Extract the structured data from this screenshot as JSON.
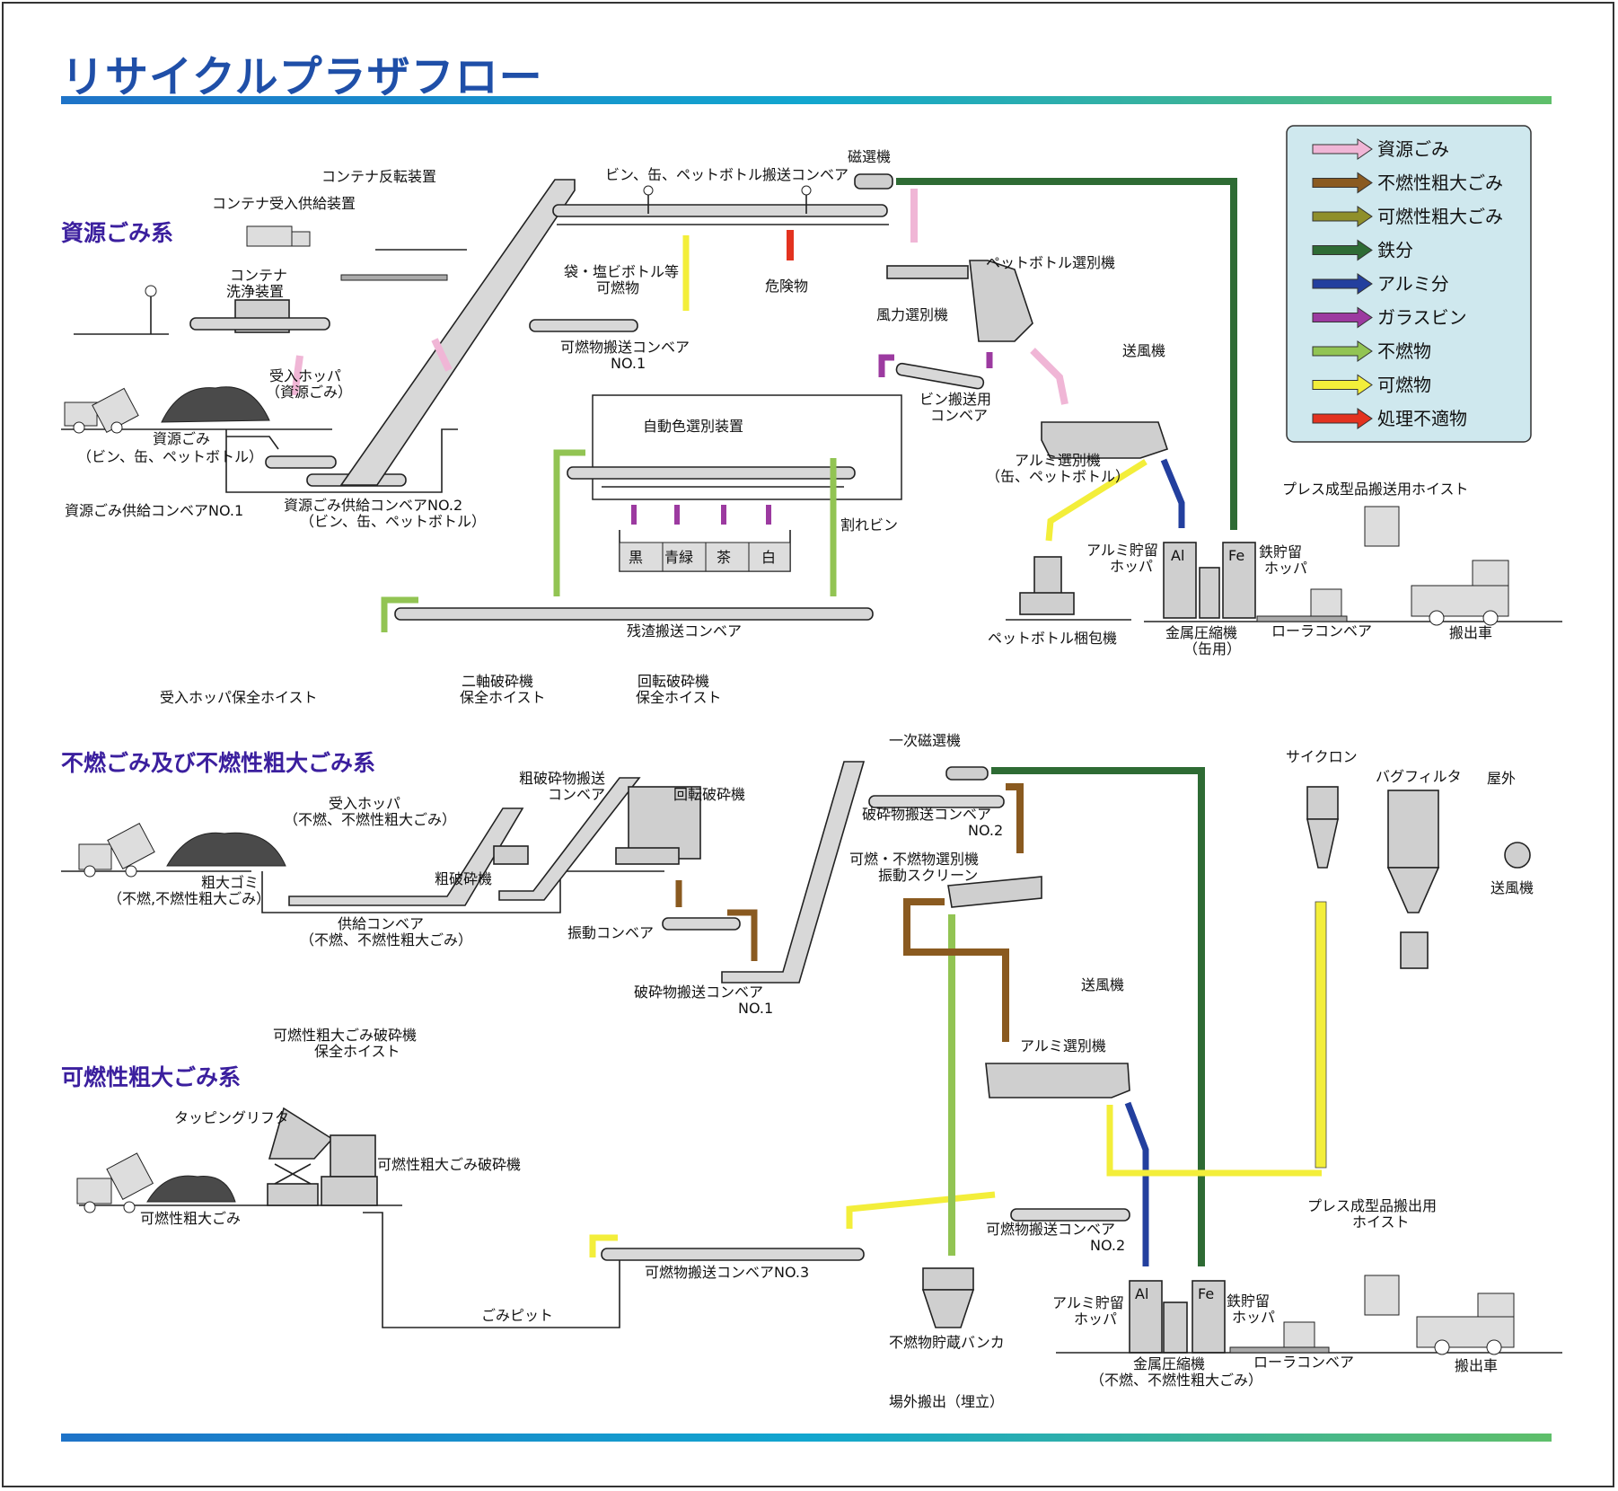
{
  "title": "リサイクルプラザフロー",
  "systems": {
    "resource": "資源ごみ系",
    "nonburnable": "不燃ごみ及び不燃性粗大ごみ系",
    "combustible": "可燃性粗大ごみ系"
  },
  "legend": [
    {
      "label": "資源ごみ",
      "color": "#f0b6d6"
    },
    {
      "label": "不燃性粗大ごみ",
      "color": "#8a5a20"
    },
    {
      "label": "可燃性粗大ごみ",
      "color": "#8f8f2a"
    },
    {
      "label": "鉄分",
      "color": "#2e6b34"
    },
    {
      "label": "アルミ分",
      "color": "#233f9e"
    },
    {
      "label": "ガラスビン",
      "color": "#9c3aa0"
    },
    {
      "label": "不燃物",
      "color": "#92c453"
    },
    {
      "label": "可燃物",
      "color": "#f3ee3a"
    },
    {
      "label": "処理不適物",
      "color": "#e3321f"
    }
  ],
  "labels": {
    "container_flip": "コンテナ反転装置",
    "container_feed": "コンテナ受入供給装置",
    "container_wash_1": "コンテナ",
    "container_wash_2": "洗浄装置",
    "bottle_conveyor": "ビン、缶、ペットボトル搬送コンベア",
    "magnet": "磁選機",
    "bag_1": "袋・塩ビボトル等",
    "bag_2": "可燃物",
    "hazard": "危険物",
    "pet_sorter": "ペットボトル選別機",
    "wind_sorter": "風力選別機",
    "comb_conv1_1": "可燃物搬送コンベア",
    "comb_conv1_2": "NO.1",
    "hopper_res_1": "受入ホッパ",
    "hopper_res_2": "（資源ごみ）",
    "res_waste_1": "資源ごみ",
    "res_waste_2": "（ビン、缶、ペットボトル）",
    "res_conv1": "資源ごみ供給コンベアNO.1",
    "res_conv2_1": "資源ごみ供給コンベアNO.2",
    "res_conv2_2": "（ビン、缶、ペットボトル）",
    "color_sorter": "自動色選別装置",
    "bottle_transport_1": "ビン搬送用",
    "bottle_transport_2": "コンベア",
    "blower1": "送風機",
    "alu_sorter1_1": "アルミ選別機",
    "alu_sorter1_2": "（缶、ペットボトル）",
    "glass_black": "黒",
    "glass_blue": "青緑",
    "glass_brown": "茶",
    "glass_white": "白",
    "broken": "割れビン",
    "residue_conv": "残渣搬送コンベア",
    "pet_press": "ペットボトル梱包機",
    "alu_hopper1_1": "アルミ貯留",
    "alu_hopper1_2": "ホッパ",
    "al": "Al",
    "fe": "Fe",
    "fe_hopper1_1": "鉄貯留",
    "fe_hopper1_2": "ホッパ",
    "press1_1": "金属圧縮機",
    "press1_2": "（缶用）",
    "roller1": "ローラコンベア",
    "hoist_press1": "プレス成型品搬送用ホイスト",
    "truck_out1": "搬出車",
    "hoist_hopper": "受入ホッパ保全ホイスト",
    "hoist_2axis_1": "二軸破砕機",
    "hoist_2axis_2": "保全ホイスト",
    "hoist_rot_1": "回転破砕機",
    "hoist_rot_2": "保全ホイスト",
    "coarse_conv_1": "粗破砕物搬送",
    "coarse_conv_2": "コンベア",
    "rot_crusher": "回転破砕機",
    "primary_mag": "一次磁選機",
    "hopper_nb_1": "受入ホッパ",
    "hopper_nb_2": "（不燃、不燃性粗大ごみ）",
    "bulky_1": "粗大ゴミ",
    "bulky_2": "（不燃,不燃性粗大ごみ）",
    "coarse_crusher": "粗破砕機",
    "feed_conv_1": "供給コンベア",
    "feed_conv_2": "（不燃、不燃性粗大ごみ）",
    "vib_conv": "振動コンベア",
    "crush_conv1_1": "破砕物搬送コンベア",
    "crush_conv1_2": "NO.1",
    "crush_conv2_1": "破砕物搬送コンベア",
    "crush_conv2_2": "NO.2",
    "screen_1": "可燃・不燃物選別機",
    "screen_2": "振動スクリーン",
    "cyclone": "サイクロン",
    "bagfilter": "バグフィルタ",
    "outdoor": "屋外",
    "blower2": "送風機",
    "blower3": "送風機",
    "alu_sorter2": "アルミ選別機",
    "hoist_comb_1": "可燃性粗大ごみ破砕機",
    "hoist_comb_2": "保全ホイスト",
    "tipping": "タッピングリフタ",
    "comb_crusher": "可燃性粗大ごみ破砕機",
    "comb_bulky": "可燃性粗大ごみ",
    "pit": "ごみピット",
    "comb_conv3": "可燃物搬送コンベアNO.3",
    "comb_conv2_1": "可燃物搬送コンベア",
    "comb_conv2_2": "NO.2",
    "bunker": "不燃物貯蔵バンカ",
    "landfill": "場外搬出（埋立）",
    "alu_hopper2_1": "アルミ貯留",
    "alu_hopper2_2": "ホッパ",
    "fe_hopper2_1": "鉄貯留",
    "fe_hopper2_2": "ホッパ",
    "press2_1": "金属圧縮機",
    "press2_2": "（不燃、不燃性粗大ごみ）",
    "roller2": "ローラコンベア",
    "hoist_press2_1": "プレス成型品搬出用",
    "hoist_press2_2": "ホイスト",
    "truck_out2": "搬出車"
  }
}
